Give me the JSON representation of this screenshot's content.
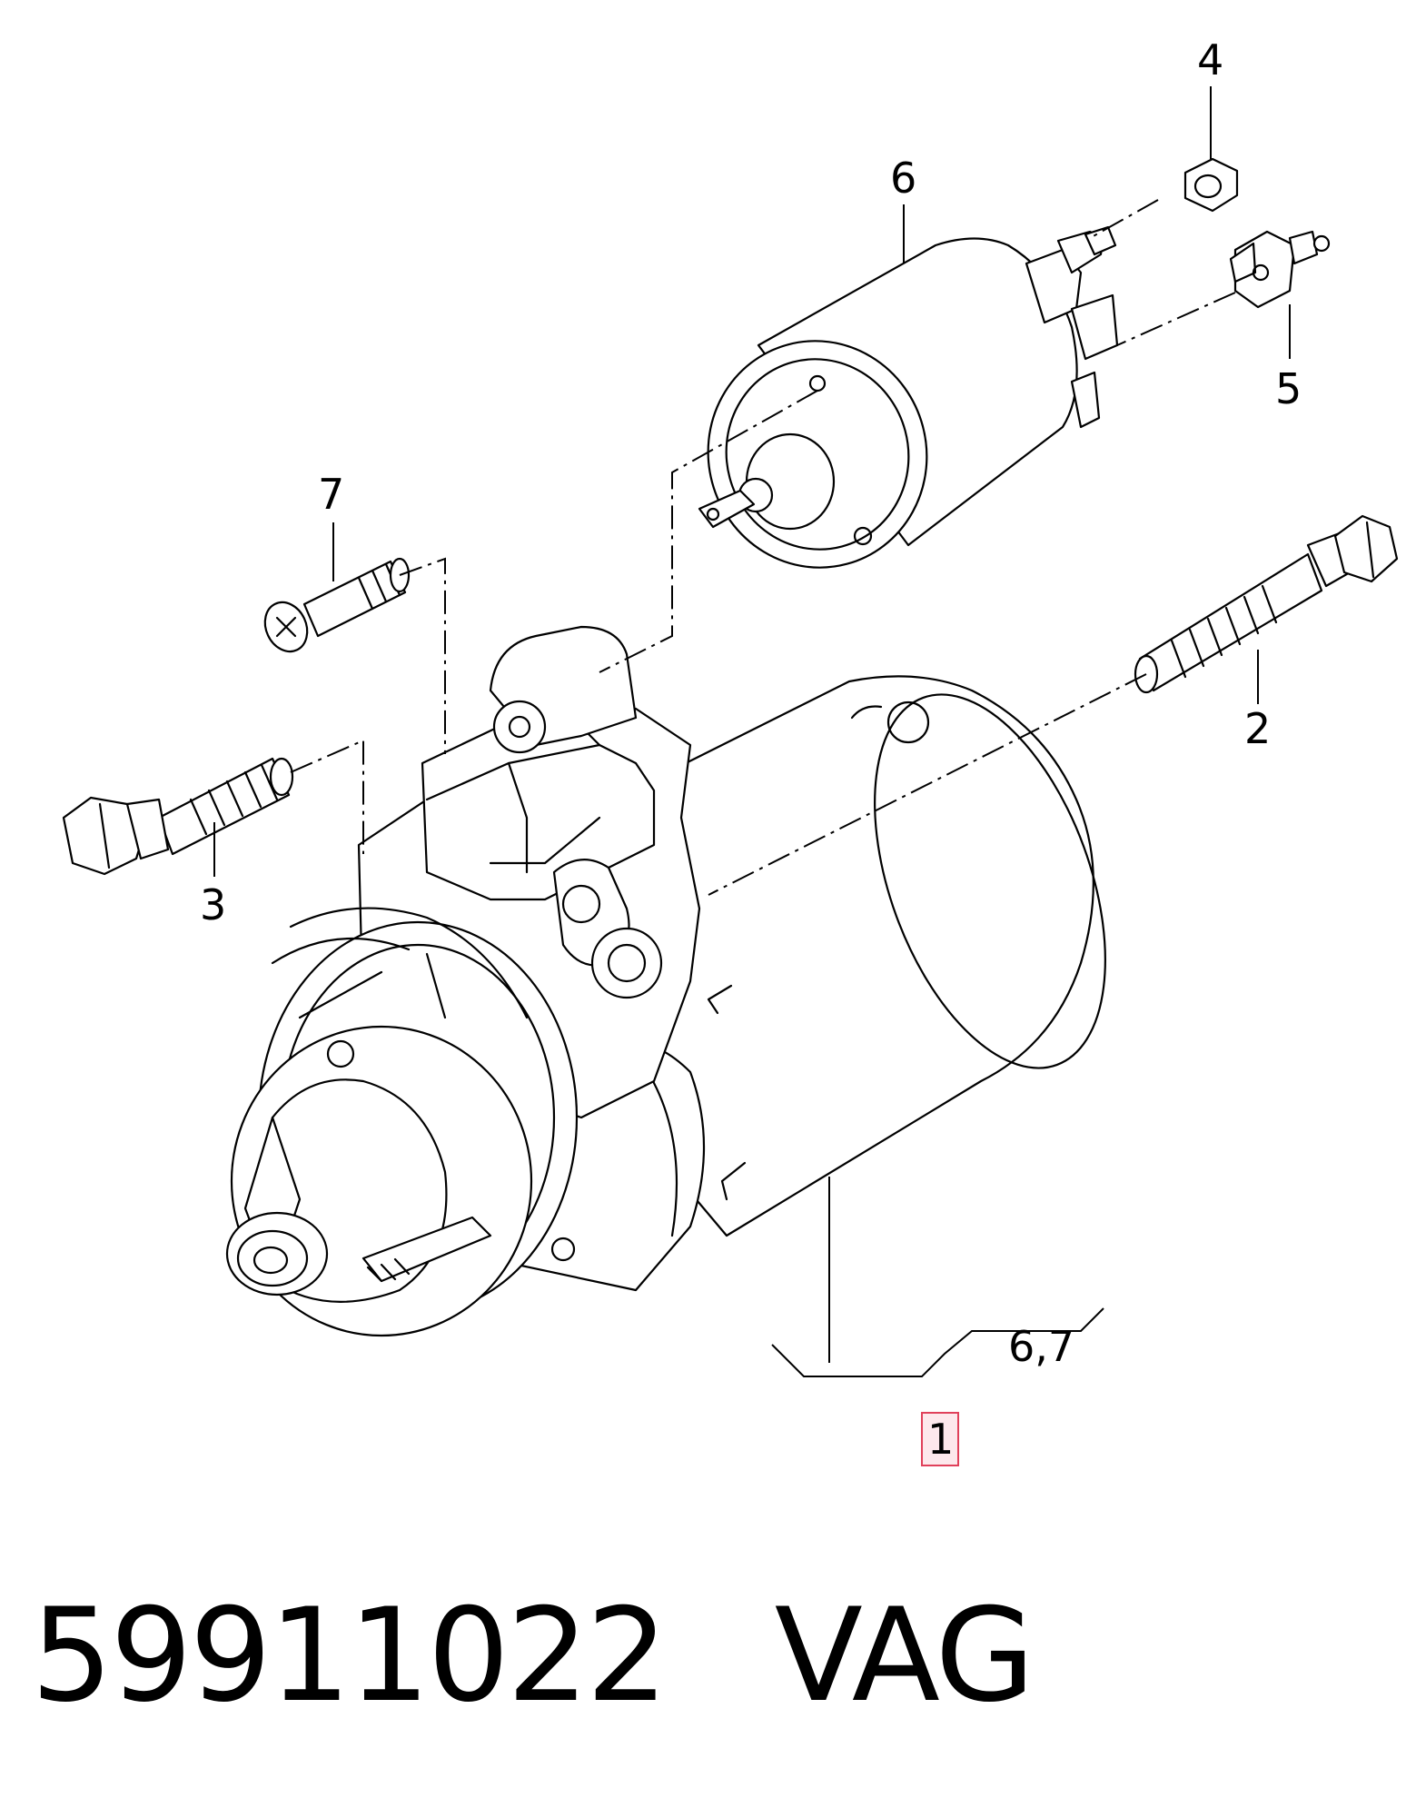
{
  "callouts": {
    "c1": "1",
    "c2": "2",
    "c3": "3",
    "c4": "4",
    "c5": "5",
    "c6": "6",
    "c7": "7",
    "sub": "6,7"
  },
  "footer": {
    "part_number": "59911022",
    "brand": "VAG"
  },
  "colors": {
    "line": "#000000",
    "highlight_fill": "#fde8ec",
    "highlight_border": "#e0405a"
  }
}
